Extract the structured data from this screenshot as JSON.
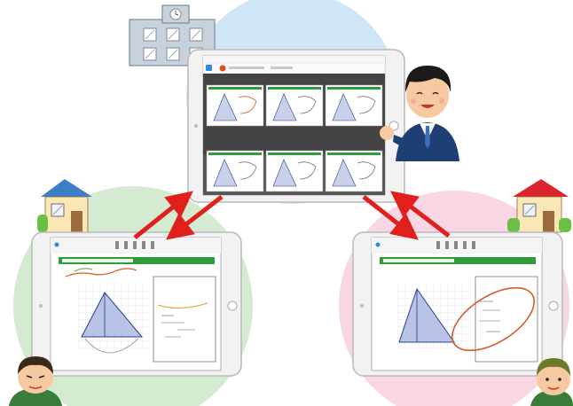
{
  "colors": {
    "blue_circle": "#cfe6f6",
    "green_circle": "#d4ebd2",
    "pink_circle": "#f8d6e3",
    "arrow": "#e0201c",
    "tablet_frame": "#f2f2f2",
    "tablet_border": "#b9b9b9",
    "task_bar": "#2f9b3a",
    "school": "#c8d2dc",
    "house_blue_roof": "#3a7fc8",
    "house_red_roof": "#d8262c",
    "house_wall": "#fbe7b5",
    "hand_ink_red": "#d85a2a",
    "hand_ink_green": "#6fb46b"
  },
  "teacher_screen": {
    "thumbnail_count": 6
  },
  "illustrations": [
    "school-building-icon",
    "teacher-figure",
    "house-blue-roof-icon",
    "house-red-roof-icon",
    "student-boy-left",
    "student-boy-right"
  ],
  "arrows": [
    "teacher-to-left-student",
    "left-student-to-teacher",
    "teacher-to-right-student",
    "right-student-to-teacher"
  ]
}
